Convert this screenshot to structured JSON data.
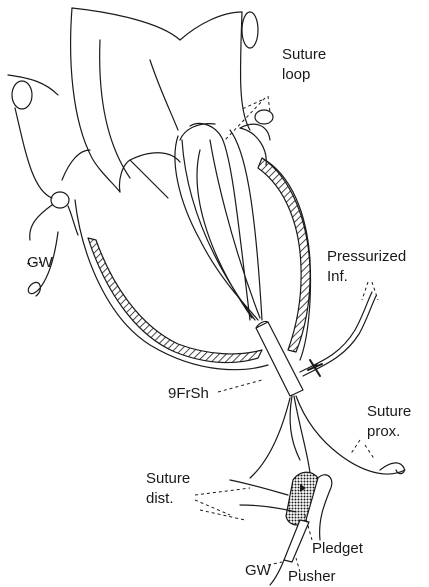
{
  "labels": {
    "suture_loop_1": "Suture",
    "suture_loop_2": "loop",
    "gw_left": "GW",
    "pressurized_1": "Pressurized",
    "pressurized_2": "Inf.",
    "sheath": "9FrSh",
    "suture_prox_1": "Suture",
    "suture_prox_2": "prox.",
    "suture_dist_1": "Suture",
    "suture_dist_2": "dist.",
    "pledget": "Pledget",
    "gw_bottom": "GW",
    "pusher": "Pusher"
  },
  "colors": {
    "ink": "#1a1a1a",
    "background": "#ffffff"
  }
}
